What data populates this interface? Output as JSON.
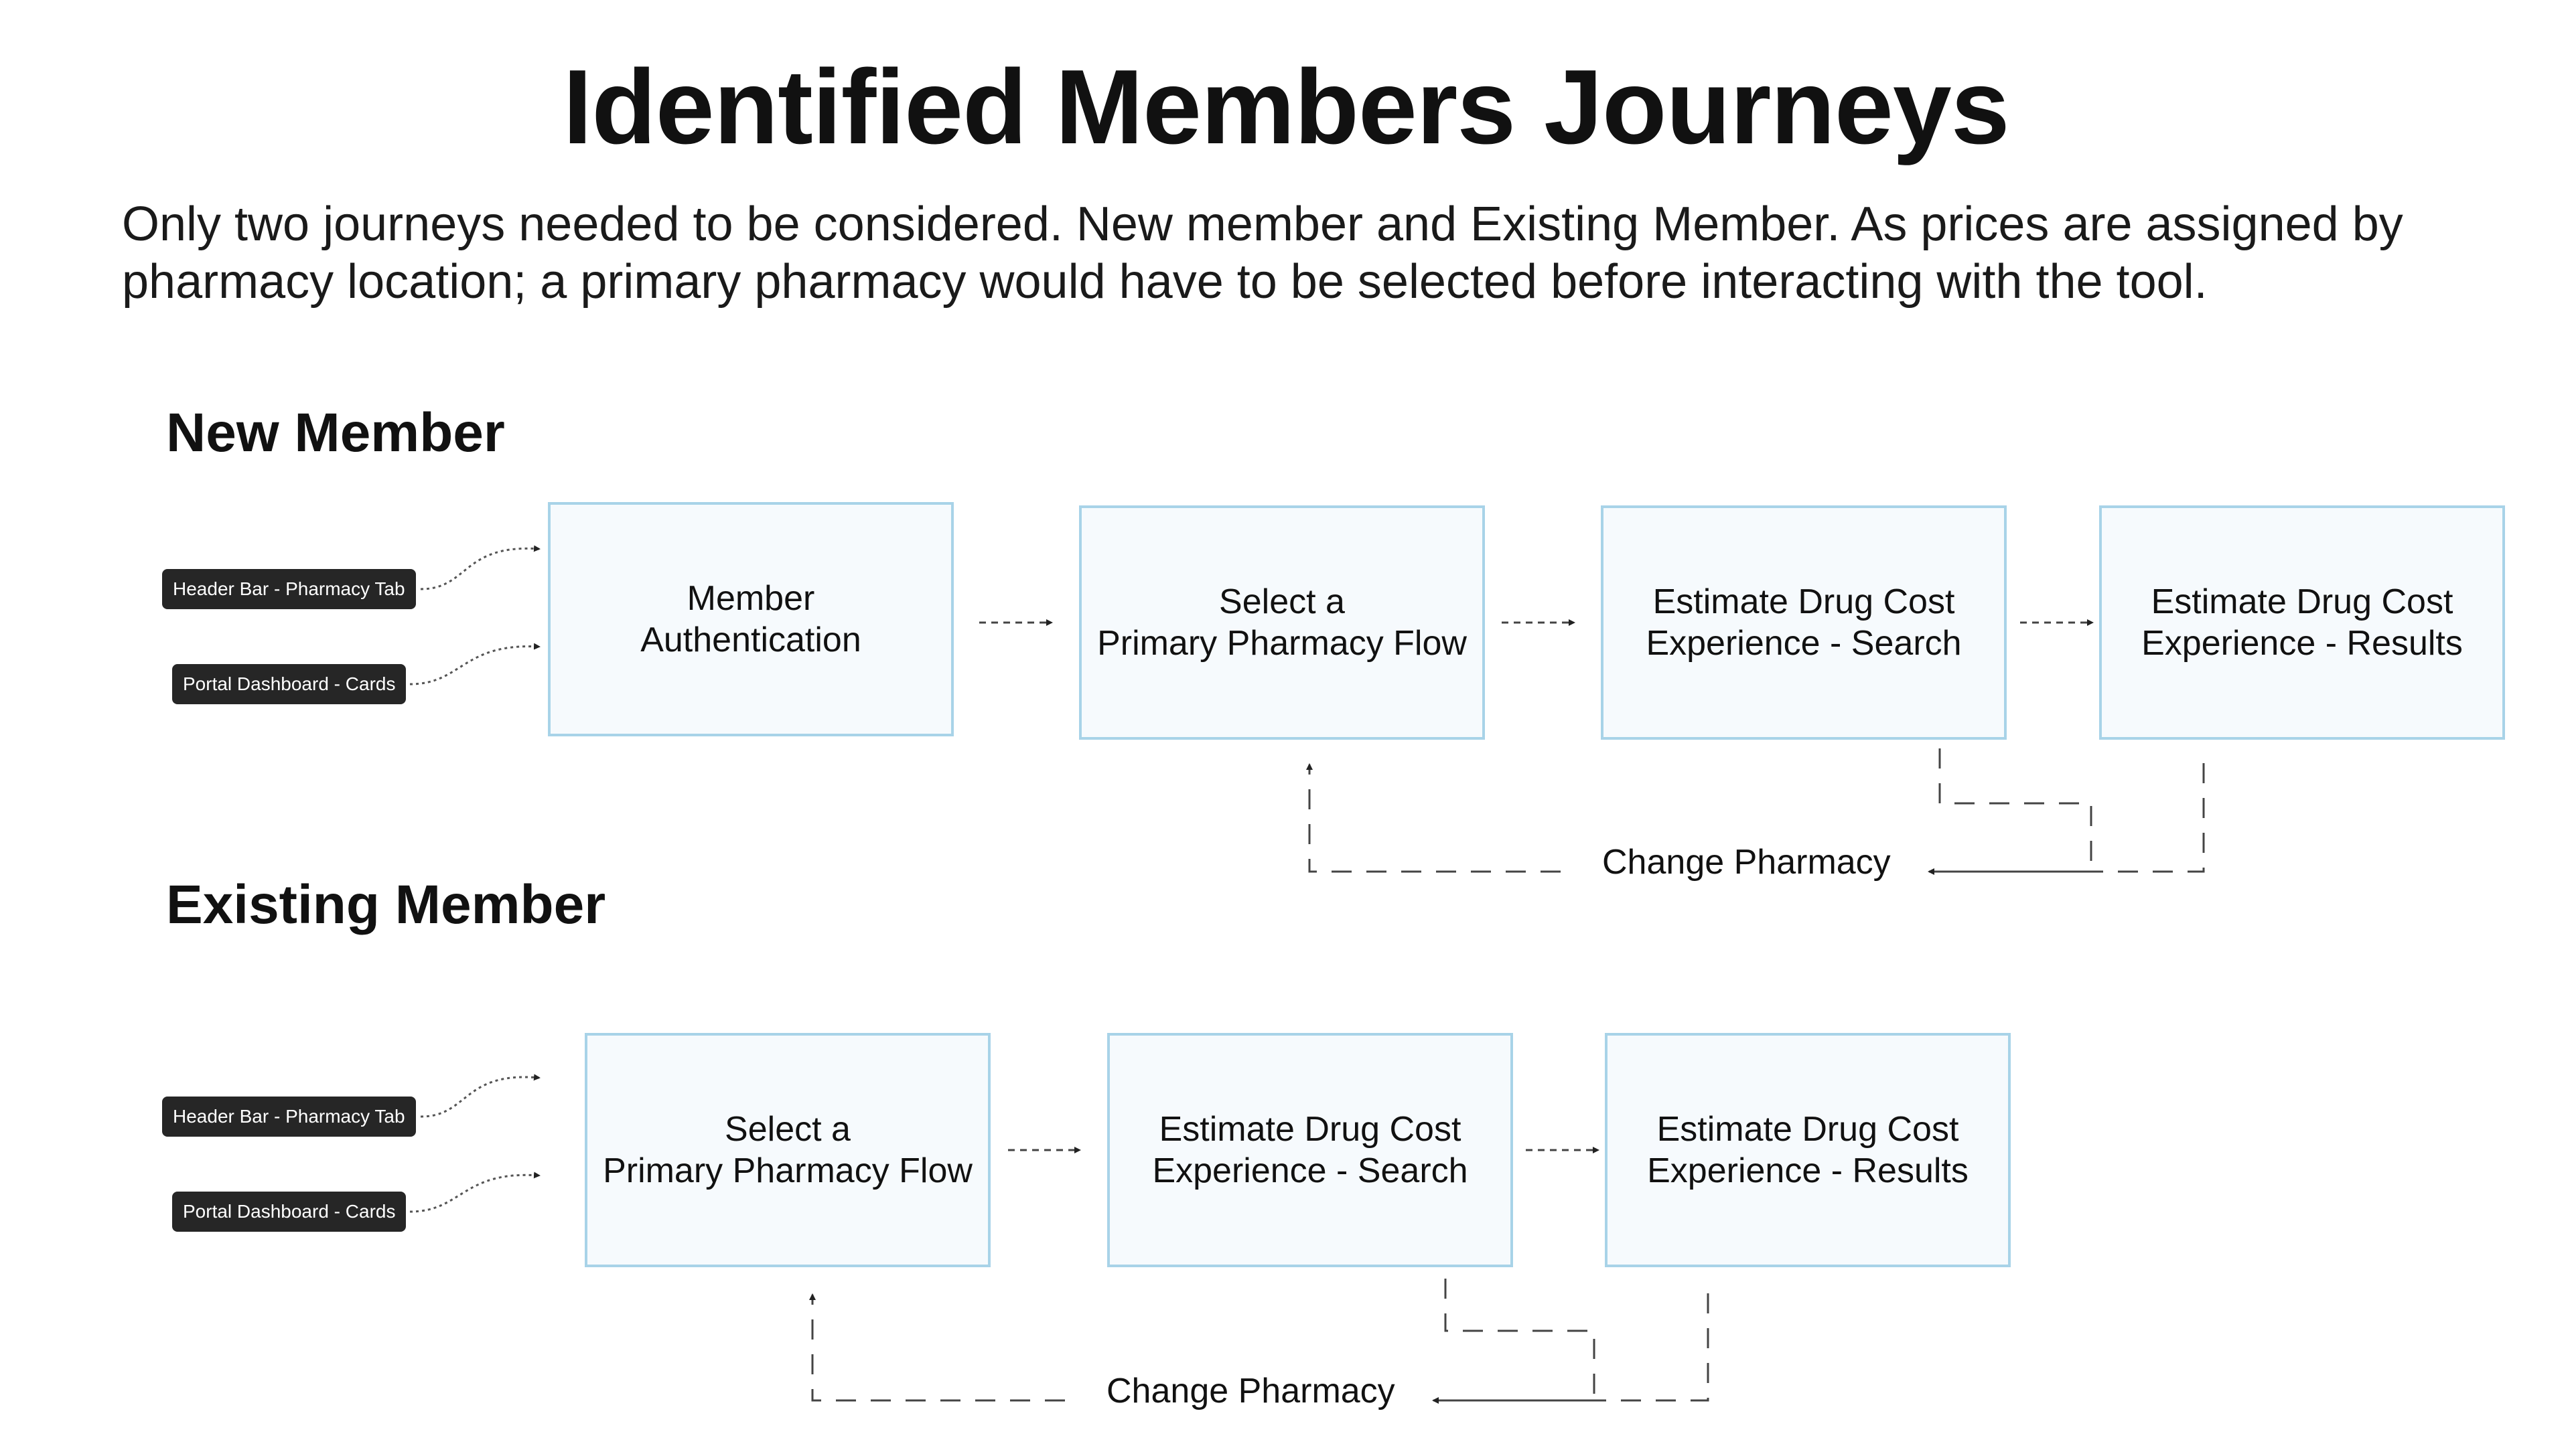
{
  "title": "Identified Members Journeys",
  "intro": "Only two journeys needed to be considered. New member and Existing Member. As prices are assigned by pharmacy location; a primary pharmacy would have to be selected before interacting with the tool.",
  "new_member": {
    "heading": "New Member",
    "entry_points": [
      "Header Bar - Pharmacy Tab",
      "Portal Dashboard - Cards"
    ],
    "steps": [
      "Member\nAuthentication",
      "Select a\nPrimary Pharmacy Flow",
      "Estimate Drug Cost\nExperience - Search",
      "Estimate Drug Cost\nExperience - Results"
    ],
    "loop_label": "Change Pharmacy"
  },
  "existing_member": {
    "heading": "Existing Member",
    "entry_points": [
      "Header Bar - Pharmacy Tab",
      "Portal Dashboard - Cards"
    ],
    "steps": [
      "Select a\nPrimary Pharmacy Flow",
      "Estimate Drug Cost\nExperience - Search",
      "Estimate Drug Cost\nExperience - Results"
    ],
    "loop_label": "Change Pharmacy"
  },
  "colors": {
    "box_border": "#a8d3e8",
    "box_fill": "#f6fafd",
    "tag_fill": "#262626",
    "connector": "#444444"
  }
}
